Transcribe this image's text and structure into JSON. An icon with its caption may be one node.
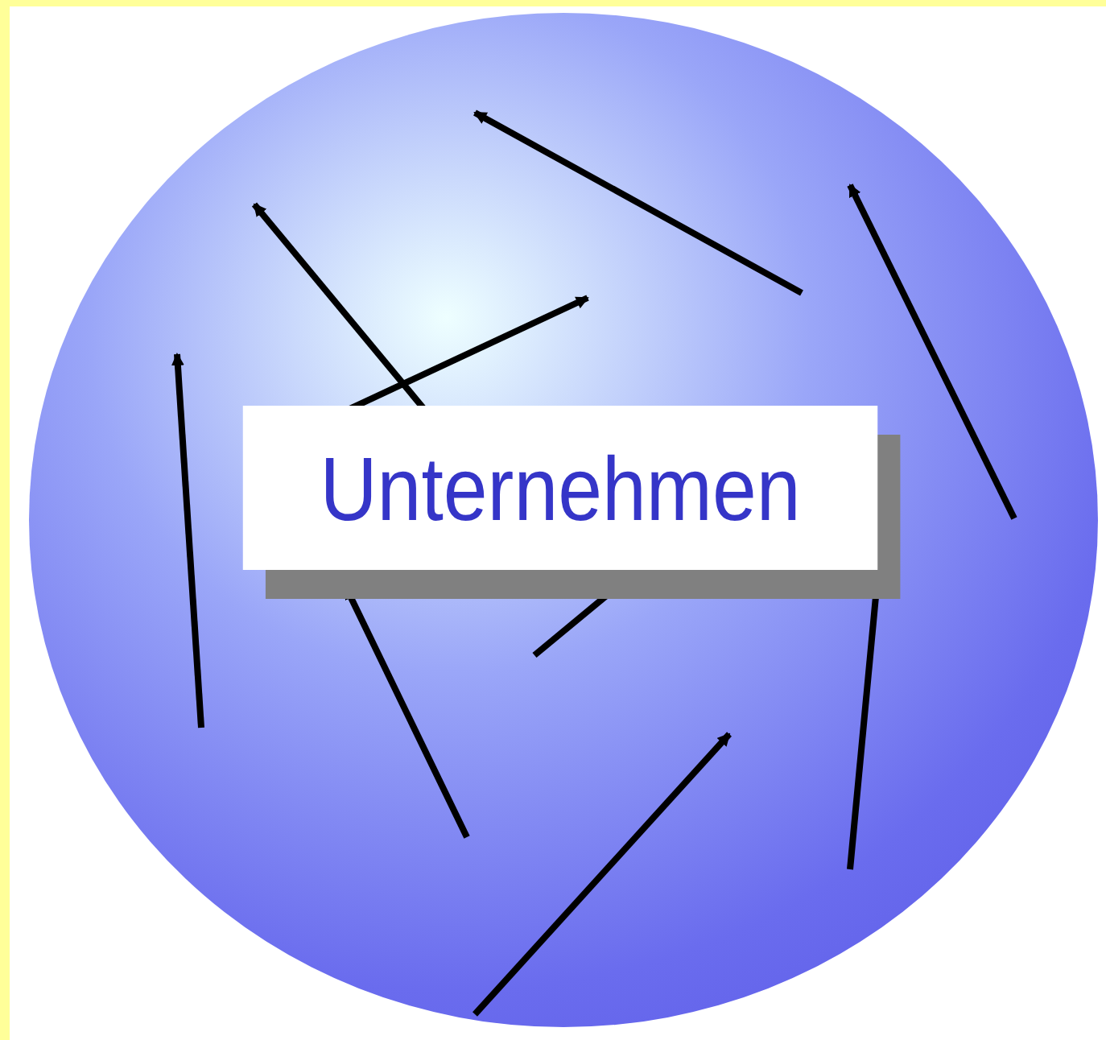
{
  "diagram": {
    "nodes": [
      {
        "text": [],
        "shape": "circle"
      },
      {
        "text": [
          "Unternehmen"
        ],
        "in": 0
      }
    ]
  }
}
